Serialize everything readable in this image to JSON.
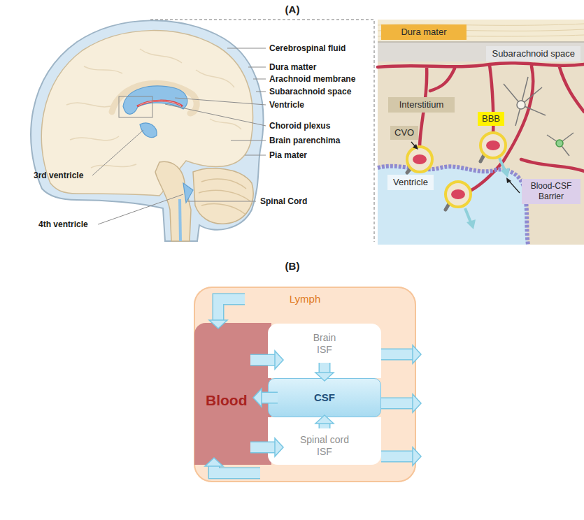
{
  "diagram": {
    "nodes": [
      {
        "text": [
          "Dura mater"
        ]
      },
      {
        "text": [
          "Subarachnoid space"
        ]
      },
      {
        "text": [
          "Interstitium"
        ]
      },
      {
        "text": [
          "CVO"
        ]
      },
      {
        "text": [
          "BBB"
        ]
      },
      {
        "text": [
          "Ventricle"
        ]
      },
      {
        "text": [
          "Blood-CSF Barrier"
        ]
      },
      {
        "text": [
          "Lymph"
        ]
      },
      {
        "text": [
          "Blood"
        ],
        "in": 7
      },
      {
        "text": [
          "Brain ISF"
        ],
        "in": 7
      },
      {
        "text": [
          "CSF"
        ],
        "in": 7
      },
      {
        "text": [
          "Spinal cord ISF"
        ],
        "in": 7
      }
    ],
    "edges": [
      {
        "from": 7,
        "to": 8,
        "arrow": "to"
      },
      {
        "from": 7,
        "to": 8,
        "arrow": "to"
      },
      {
        "from": 8,
        "to": 9,
        "arrow": "to"
      },
      {
        "from": 8,
        "to": 11,
        "arrow": "to"
      },
      {
        "from": 10,
        "to": 8,
        "arrow": "to"
      },
      {
        "from": 9,
        "to": 10,
        "arrow": "to"
      },
      {
        "from": 11,
        "to": 10,
        "arrow": "to"
      },
      {
        "from": 9,
        "to": 7,
        "arrow": "to"
      },
      {
        "from": 10,
        "to": 7,
        "arrow": "to"
      },
      {
        "from": 11,
        "to": 7,
        "arrow": "to"
      }
    ],
    "labels": [
      "(A)",
      "(B)",
      "Cerebrospinal fluid",
      "Dura matter",
      "Arachnoid membrane",
      "Subarachnoid space",
      "Ventricle",
      "Choroid plexus",
      "Brain parenchima",
      "Pia mater",
      "3rd ventricle",
      "4th ventricle",
      "Spinal Cord"
    ]
  }
}
